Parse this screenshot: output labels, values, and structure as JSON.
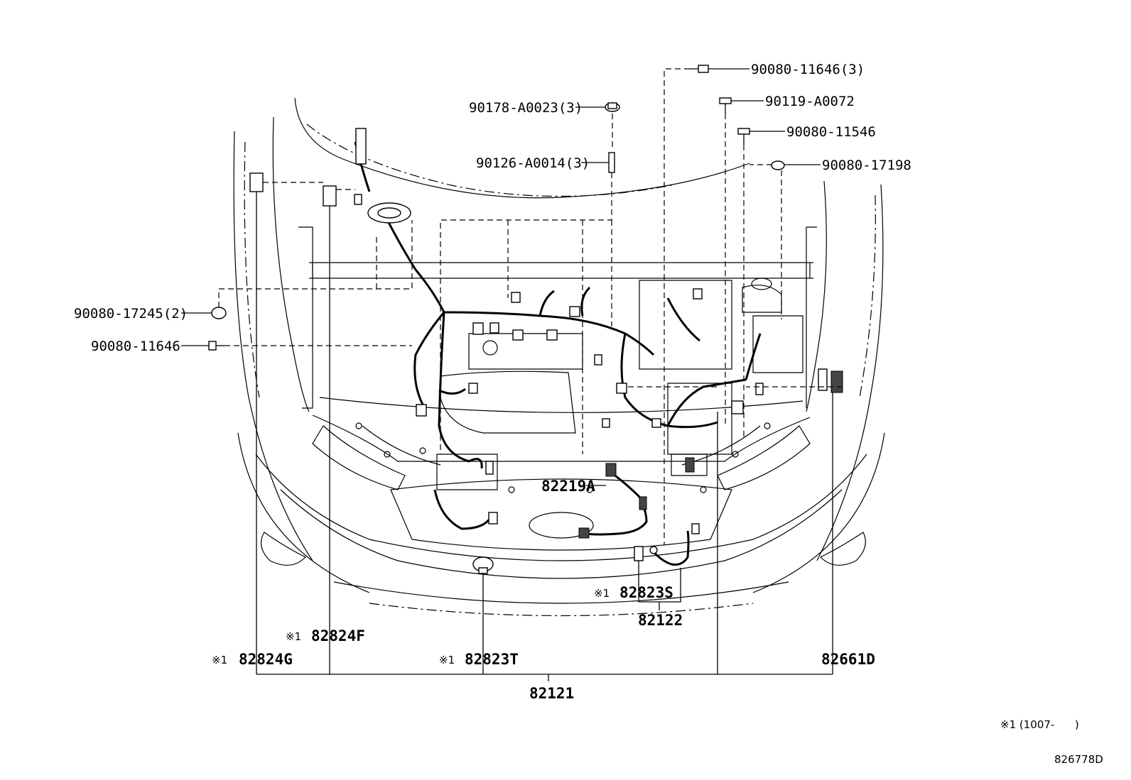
{
  "labels": {
    "p90080_11646_3": "90080-11646(3)",
    "p90119_A0072": "90119-A0072",
    "p90080_11546": "90080-11546",
    "p90080_17198": "90080-17198",
    "p90178_A0023_3": "90178-A0023(3)",
    "p90126_A0014_3": "90126-A0014(3)",
    "p90080_17245_2": "90080-17245(2)",
    "p90080_11646": "90080-11646",
    "p82219A": "82219A",
    "p82823S": "82823S",
    "p82122": "82122",
    "p82824F": "82824F",
    "p82824G": "82824G",
    "p82823T": "82823T",
    "p82661D": "82661D",
    "p82121": "82121"
  },
  "marks": {
    "ref1": "※1"
  },
  "footnote": "※1 (1007-      )",
  "drawing_id": "826778D"
}
